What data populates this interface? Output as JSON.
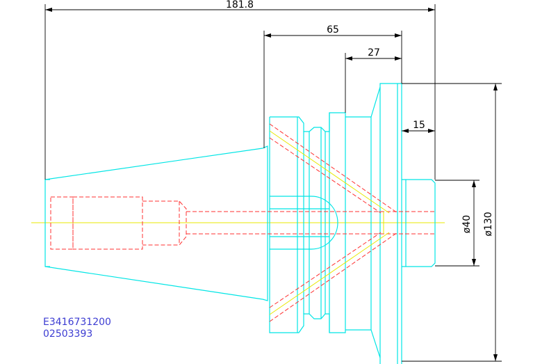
{
  "dimensions": {
    "overall_length": "181.8",
    "flange_length": "65",
    "collar_length": "27",
    "pilot_length": "15",
    "pilot_diameter": "ø40",
    "flange_diameter": "ø130"
  },
  "part_codes": {
    "line1": "E3416731200",
    "line2": "02503393"
  },
  "colors": {
    "outline": "#00e5e5",
    "hidden": "#ff3030",
    "center": "#e8e800",
    "dimension": "#000000",
    "label": "#3c3cd2"
  }
}
